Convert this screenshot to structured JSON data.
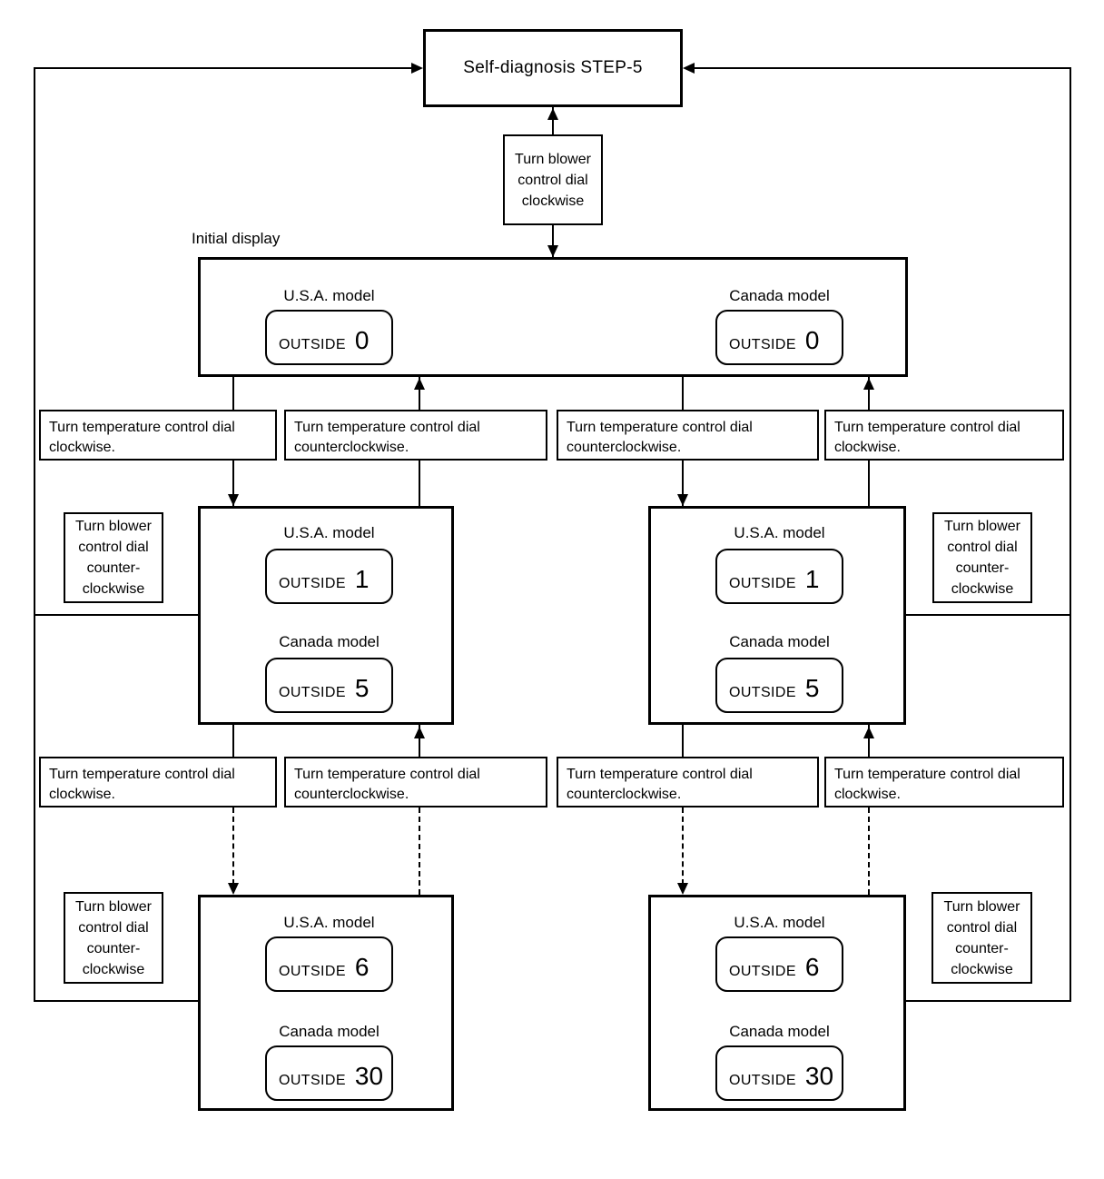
{
  "header": {
    "title": "Self-diagnosis STEP-5"
  },
  "labels": {
    "initial_display": "Initial display",
    "usa": "U.S.A. model",
    "canada": "Canada model",
    "outside": "OUTSIDE"
  },
  "actions": {
    "blower_clockwise": "Turn blower\ncontrol dial\nclockwise",
    "blower_counterclockwise": "Turn blower\ncontrol dial\ncounter-\nclockwise",
    "temp_clockwise": "Turn temperature control dial clockwise.",
    "temp_counterclockwise": "Turn temperature control dial counterclockwise."
  },
  "values": {
    "initial_usa": "0",
    "initial_canada": "0",
    "mid_usa": "1",
    "mid_canada": "5",
    "final_usa": "6",
    "final_canada": "30"
  },
  "colors": {
    "line": "#000000",
    "background": "#ffffff"
  }
}
